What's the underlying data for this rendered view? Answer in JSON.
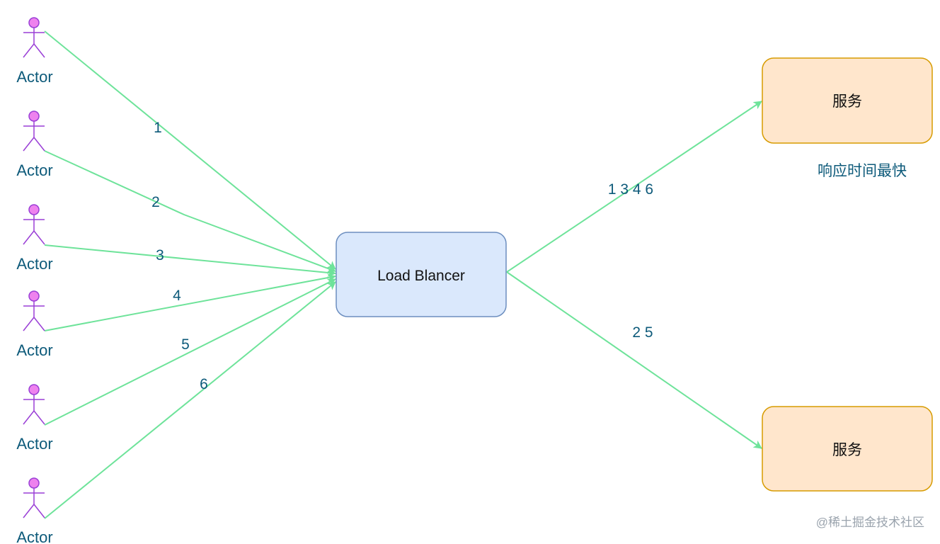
{
  "actors": [
    {
      "label": "Actor"
    },
    {
      "label": "Actor"
    },
    {
      "label": "Actor"
    },
    {
      "label": "Actor"
    },
    {
      "label": "Actor"
    },
    {
      "label": "Actor"
    }
  ],
  "edges_in": [
    {
      "label": "1"
    },
    {
      "label": "2"
    },
    {
      "label": "3"
    },
    {
      "label": "4"
    },
    {
      "label": "5"
    },
    {
      "label": "6"
    }
  ],
  "load_balancer": {
    "label": "Load Blancer"
  },
  "services": [
    {
      "label": "服务"
    },
    {
      "label": "服务"
    }
  ],
  "edges_out": [
    {
      "label": "1 3 4 6"
    },
    {
      "label": "2 5"
    }
  ],
  "note": "响应时间最快",
  "watermark": "@稀土掘金技术社区",
  "colors": {
    "edge": "#6ee39a",
    "actor_head": "#ee82ee",
    "actor_stroke": "#9a3fd6",
    "lb_fill": "#dae8fc",
    "lb_stroke": "#6c8ebf",
    "service_fill": "#ffe6cc",
    "service_stroke": "#d79b00",
    "text": "#0d5a7a"
  }
}
